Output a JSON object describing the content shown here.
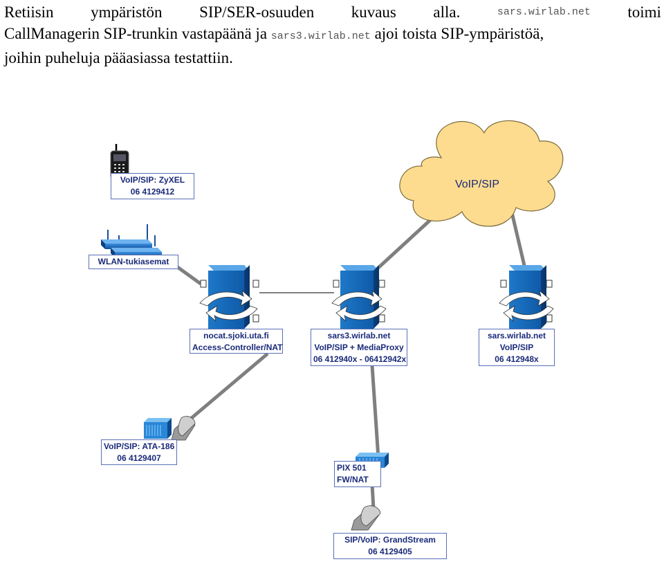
{
  "paragraph": {
    "l1": [
      "Retiisin",
      "ympäristön",
      "SIP/SER-osuuden",
      "kuvaus",
      "alla."
    ],
    "l1_host": "sars.wirlab.net",
    "l1_end": "toimi",
    "l2_a": "CallManagerin SIP-trunkin vastapäänä ja",
    "l2_host": "sars3.wirlab.net",
    "l2_b": "ajoi toista SIP-ympäristöä,",
    "l3": "joihin puheluja pääasiassa testattiin."
  },
  "diagram": {
    "cloud_label": "VoIP/SIP",
    "zyxel": {
      "line1": "VoIP/SIP: ZyXEL",
      "line2": "06 4129412"
    },
    "wlan": {
      "line1": "WLAN-tukiasemat"
    },
    "nocat": {
      "line1": "nocat.sjoki.uta.fi",
      "line2": "Access-Controller/NAT"
    },
    "sars3": {
      "line1": "sars3.wirlab.net",
      "line2": "VoIP/SIP + MediaProxy",
      "line3": "06 412940x - 06412942x"
    },
    "sars": {
      "line1": "sars.wirlab.net",
      "line2": "VoIP/SIP",
      "line3": "06 412948x"
    },
    "ata": {
      "line1": "VoIP/SIP: ATA-186",
      "line2": "06 4129407"
    },
    "pix": {
      "line1": "PIX 501",
      "line2": "FW/NAT"
    },
    "grandstream": {
      "line1": "SIP/VoIP: GrandStream",
      "line2": "06 4129405"
    }
  }
}
